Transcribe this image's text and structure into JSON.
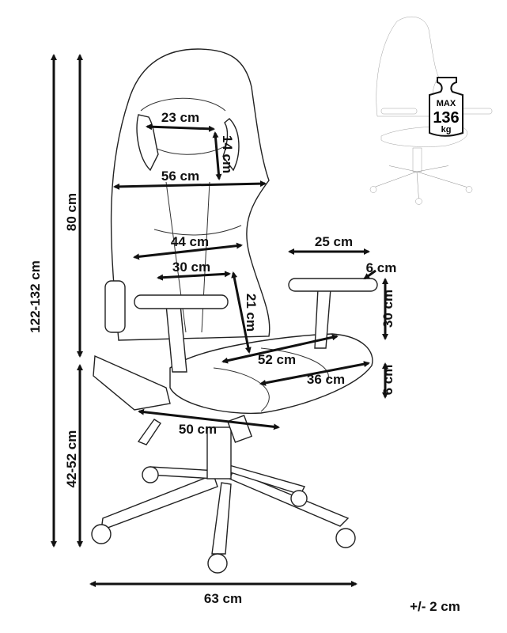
{
  "title": "Gaming chair dimensions",
  "dimensions": {
    "total_height": "122-132 cm",
    "backrest_height": "80 cm",
    "seat_height": "42-52 cm",
    "base_width": "63 cm",
    "headrest_width": "23 cm",
    "headrest_height": "14 cm",
    "backrest_top_width": "56 cm",
    "backrest_mid_width": "44 cm",
    "lumbar_width": "30 cm",
    "lumbar_height": "21 cm",
    "armrest_length": "25 cm",
    "armrest_width": "6 cm",
    "armrest_height": "30 cm",
    "seat_depth": "52 cm",
    "seat_inner_width": "36 cm",
    "seat_thickness": "6 cm",
    "seat_width": "50 cm"
  },
  "tolerance": "+/- 2 cm",
  "max_load": {
    "label": "MAX",
    "value": "136",
    "unit": "kg"
  }
}
